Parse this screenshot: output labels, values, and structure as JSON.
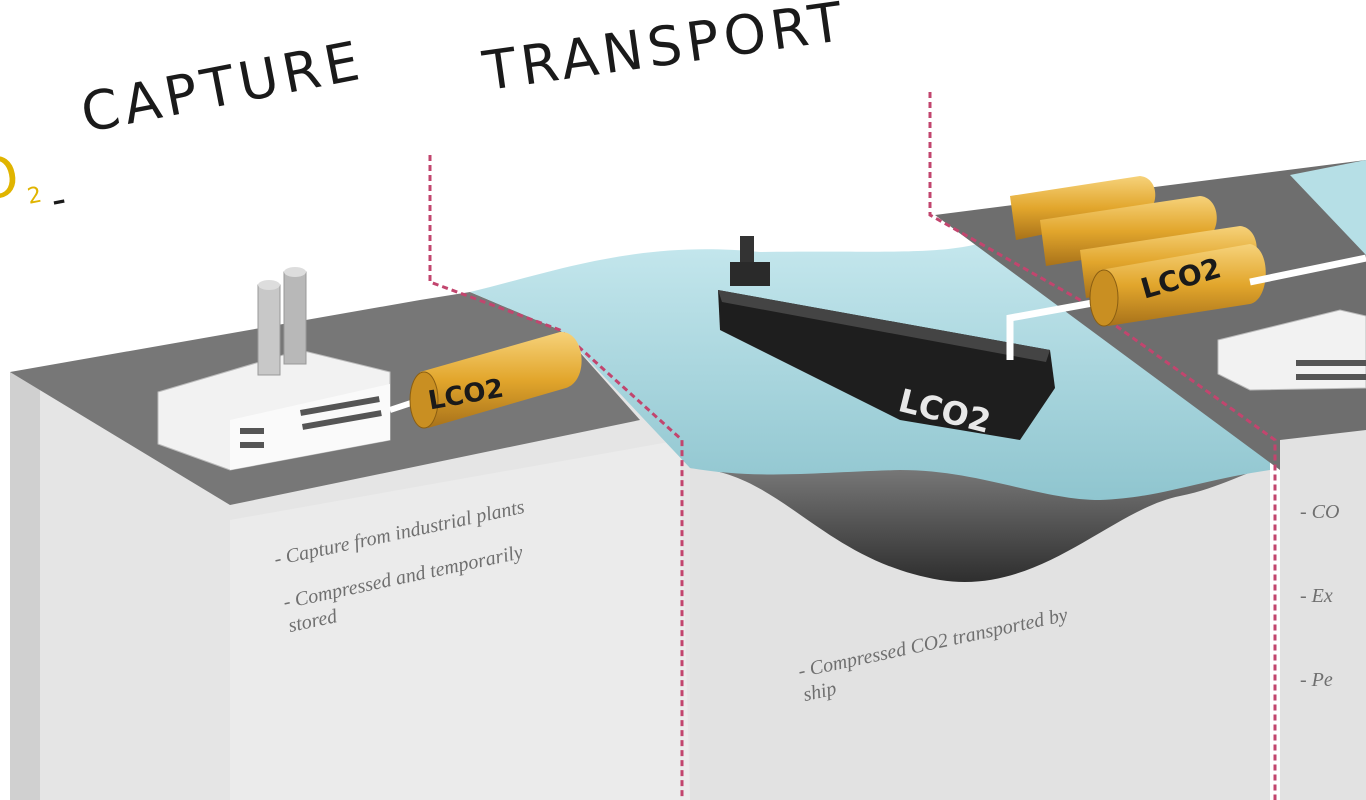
{
  "stages": {
    "co2_prefix": "O",
    "co2_sub": "2",
    "dash": "-",
    "capture": "CAPTURE",
    "transport": "TRANSPORT"
  },
  "capture_notes": [
    "- Capture from industrial plants",
    "- Compressed and temporarily stored"
  ],
  "transport_notes": [
    "- Compressed CO2 transported by ship"
  ],
  "storage_notes": [
    "- CO",
    "- Ex",
    "- Pe"
  ],
  "tank_labels": {
    "capture_tank": "LCO2",
    "ship": "LCO2",
    "storage_tank": "LCO2"
  },
  "colors": {
    "dashed_divider": "#c2456e",
    "ground_top": "#6e6e6e",
    "block_front": "#e6e6e6",
    "water": "#b6dfe6",
    "tank": "#e2a62c",
    "ship": "#1e1e1e"
  }
}
